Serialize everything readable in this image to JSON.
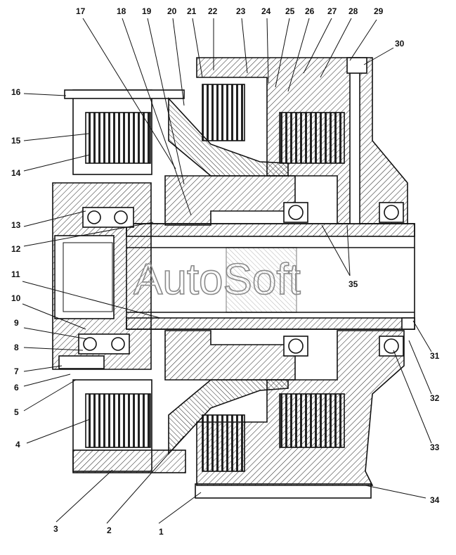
{
  "watermark": "AutoSoft",
  "callouts": [
    {
      "num": "1"
    },
    {
      "num": "2"
    },
    {
      "num": "3"
    },
    {
      "num": "4"
    },
    {
      "num": "5"
    },
    {
      "num": "6"
    },
    {
      "num": "7"
    },
    {
      "num": "8"
    },
    {
      "num": "9"
    },
    {
      "num": "10"
    },
    {
      "num": "11"
    },
    {
      "num": "12"
    },
    {
      "num": "13"
    },
    {
      "num": "14"
    },
    {
      "num": "15"
    },
    {
      "num": "16"
    },
    {
      "num": "17"
    },
    {
      "num": "18"
    },
    {
      "num": "19"
    },
    {
      "num": "20"
    },
    {
      "num": "21"
    },
    {
      "num": "22"
    },
    {
      "num": "23"
    },
    {
      "num": "24"
    },
    {
      "num": "25"
    },
    {
      "num": "26"
    },
    {
      "num": "27"
    },
    {
      "num": "28"
    },
    {
      "num": "29"
    },
    {
      "num": "30"
    },
    {
      "num": "31"
    },
    {
      "num": "32"
    },
    {
      "num": "33"
    },
    {
      "num": "34"
    },
    {
      "num": "35"
    }
  ]
}
